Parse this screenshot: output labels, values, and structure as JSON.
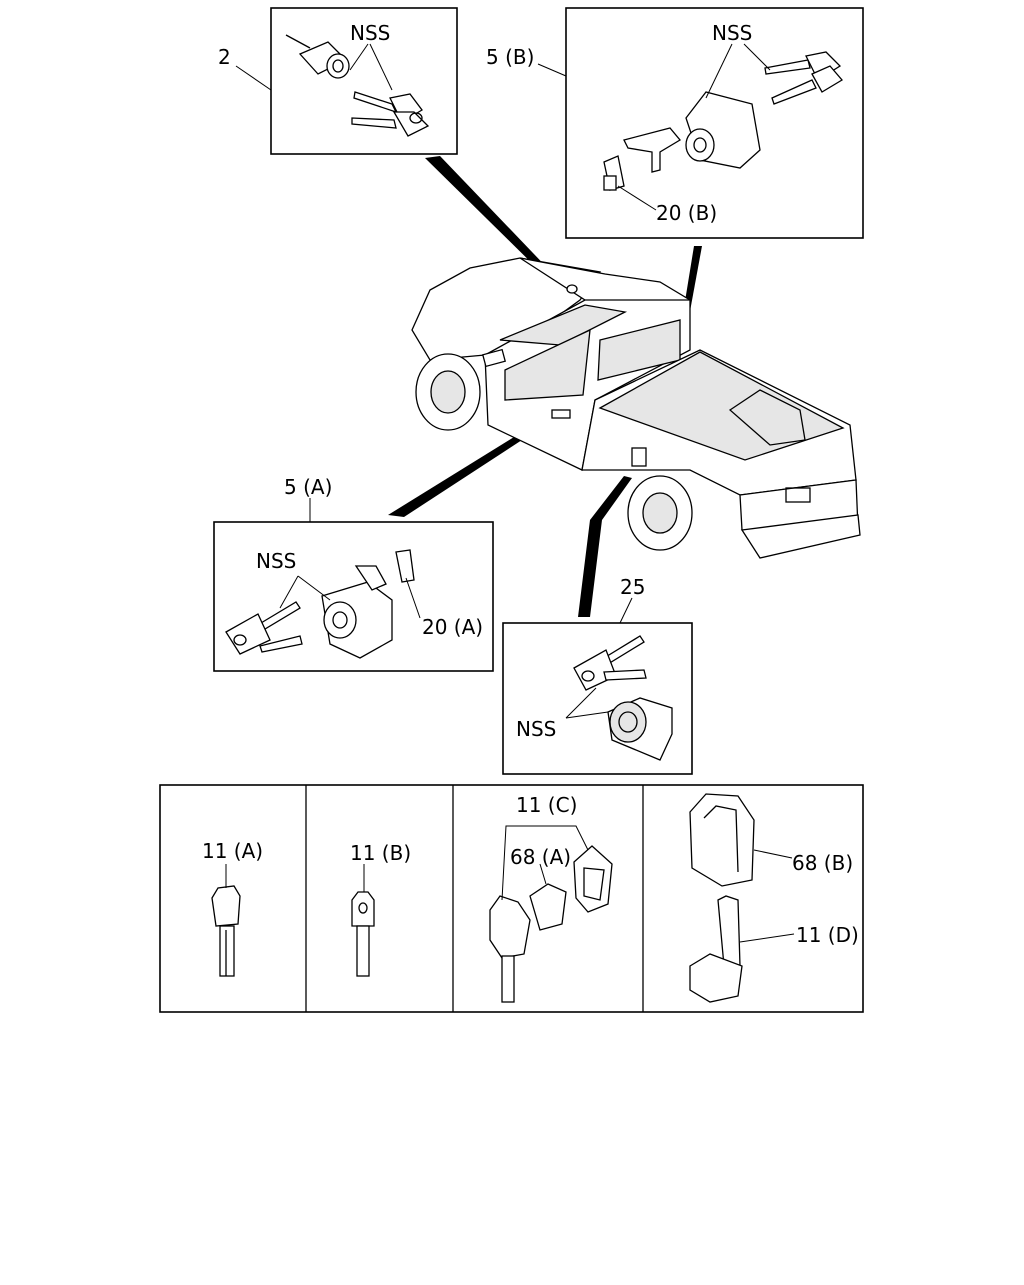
{
  "callouts": {
    "c2": "2",
    "c5b": "5 (B)",
    "c20b": "20 (B)",
    "c5a": "5 (A)",
    "c20a": "20 (A)",
    "c25": "25",
    "nss": "NSS",
    "c11a": "11 (A)",
    "c11b": "11 (B)",
    "c11c": "11 (C)",
    "c68a": "68 (A)",
    "c68b": "68 (B)",
    "c11d": "11 (D)"
  }
}
